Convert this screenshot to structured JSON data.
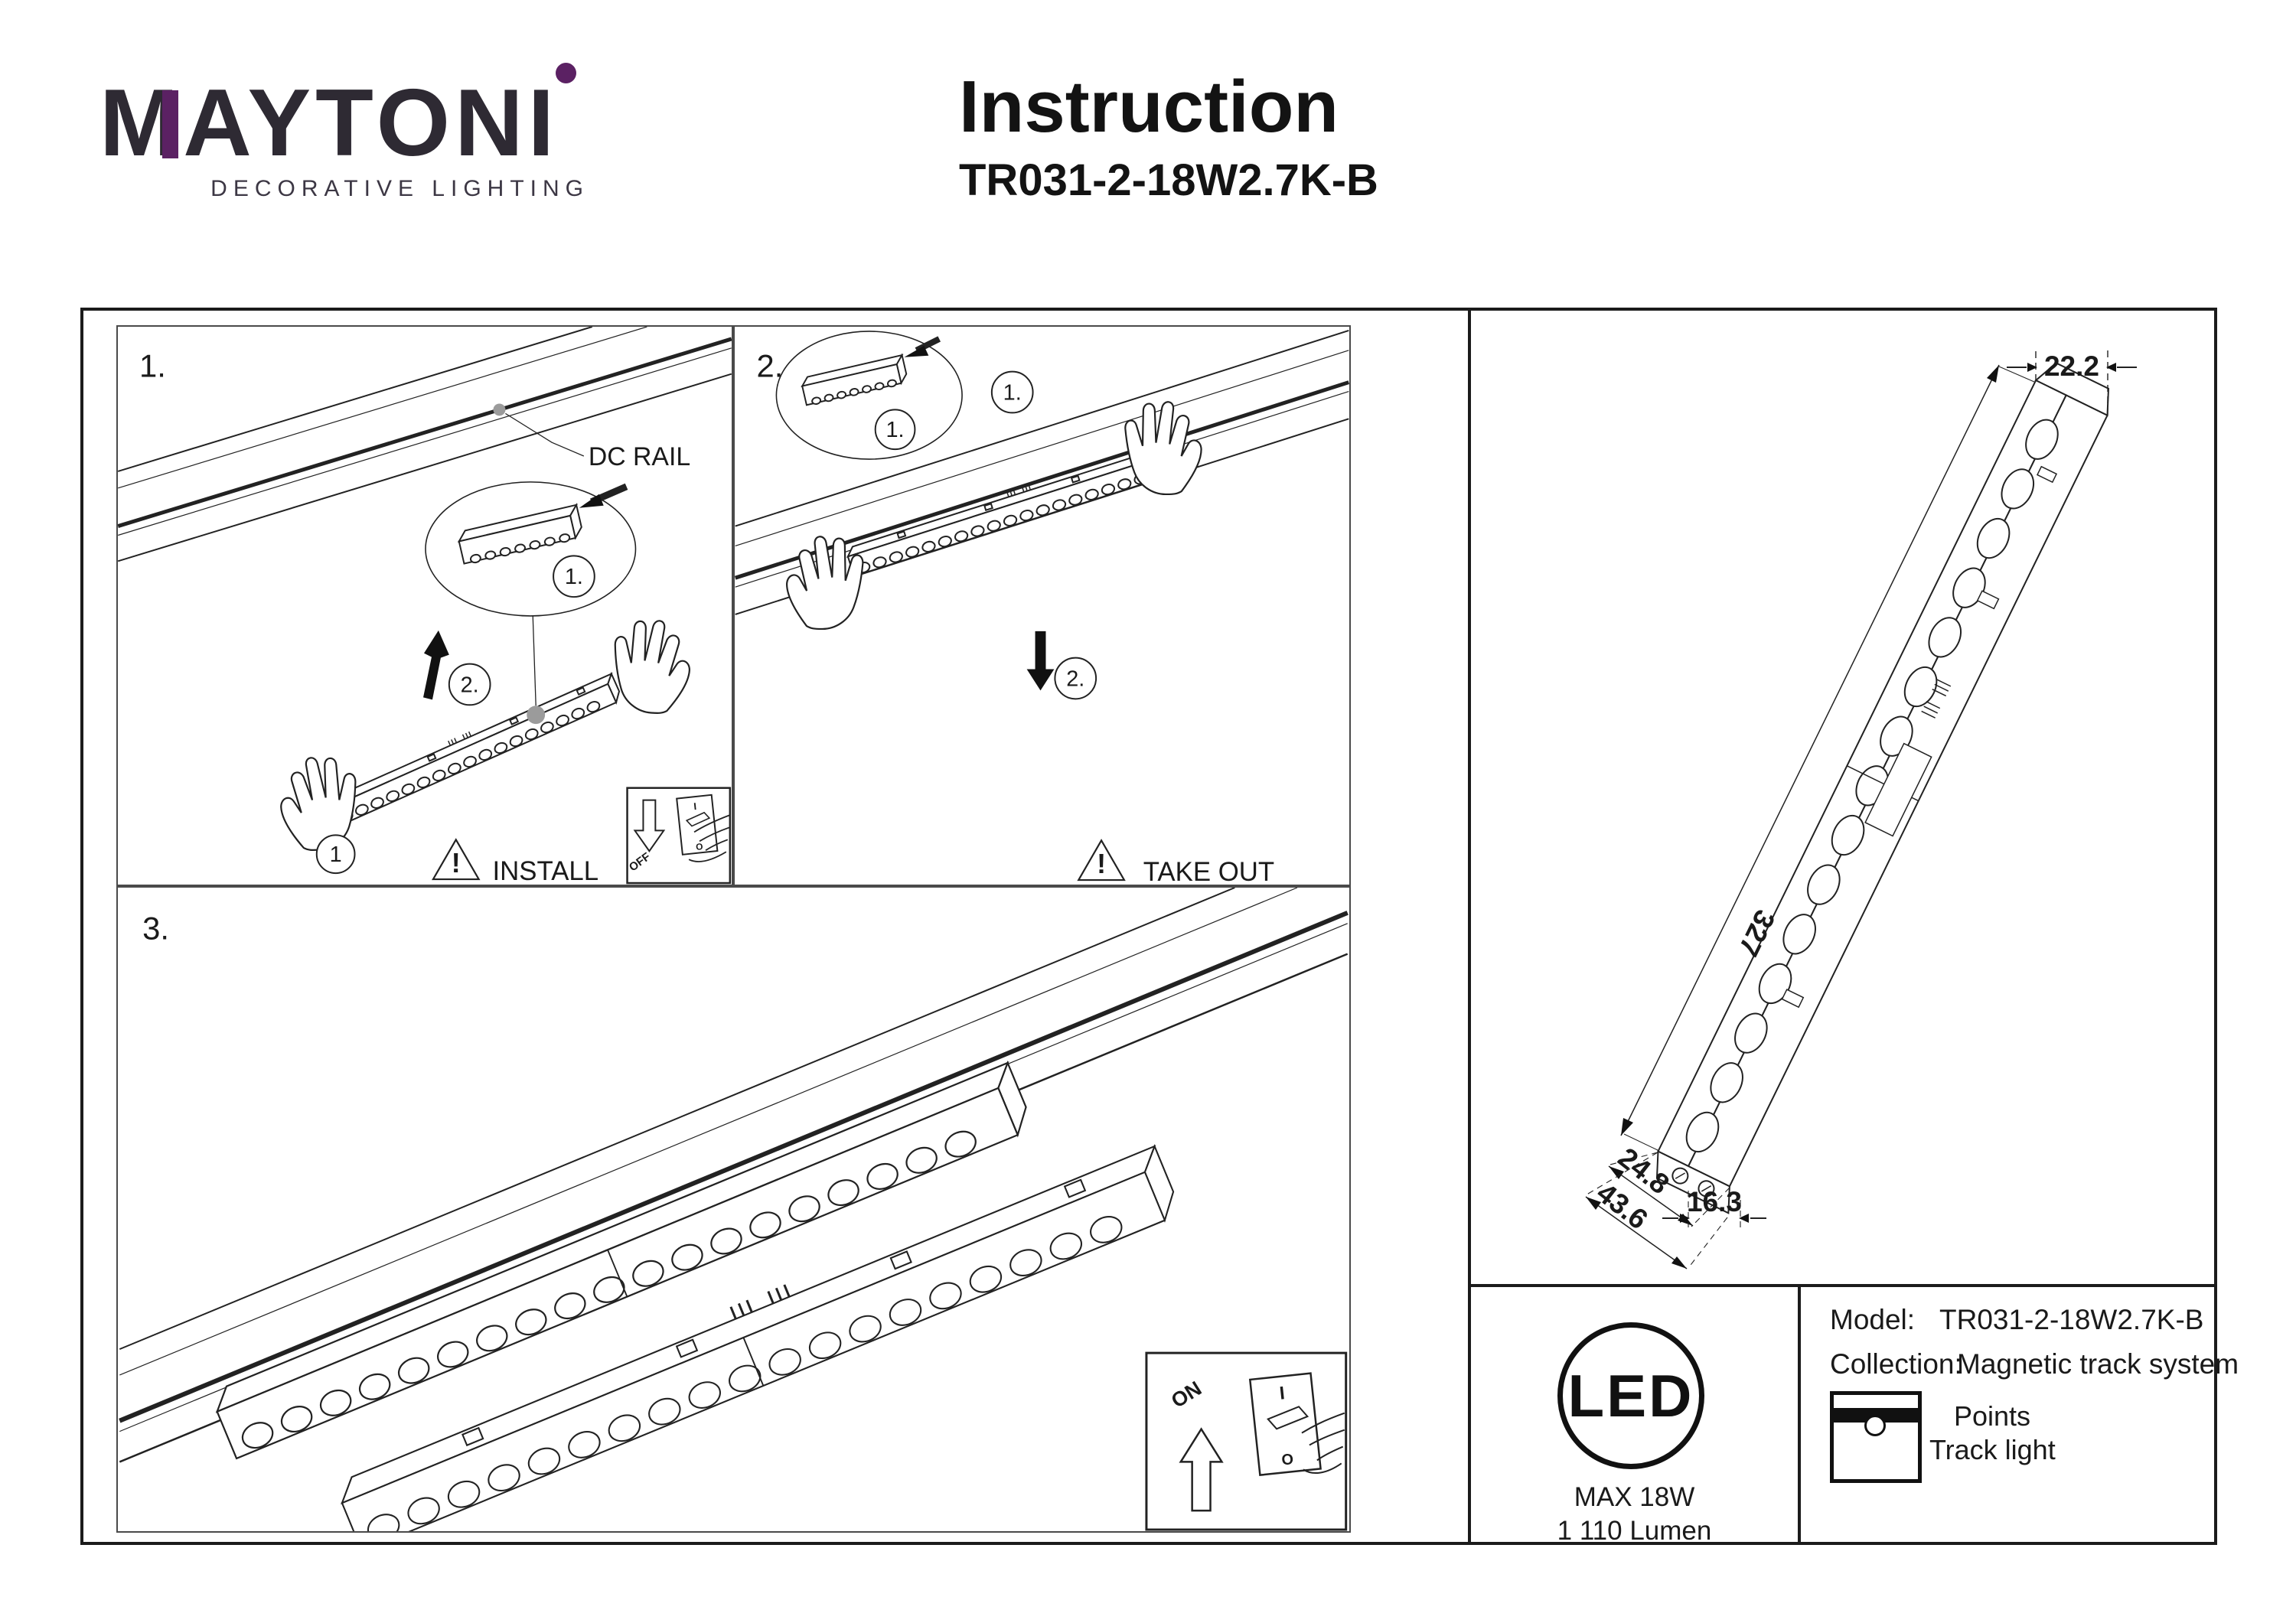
{
  "header": {
    "brand": "MAYTONI",
    "tagline": "DECORATIVE LIGHTING",
    "title": "Instruction",
    "model_code": "TR031-2-18W2.7K-B"
  },
  "colors": {
    "accent_purple": "#5b2163",
    "ink": "#1a1a1a"
  },
  "step1": {
    "number": "1.",
    "dc_rail": "DC RAIL",
    "inset_badge": "1.",
    "move_badge": "2.",
    "hold_badge": "1",
    "warning": "INSTALL",
    "switch_word": "OFF",
    "switch_on": "I",
    "switch_off": "O"
  },
  "step2": {
    "number": "2.",
    "inset_badge": "1.",
    "slide_badge": "1.",
    "move_badge": "2.",
    "warning": "TAKE OUT"
  },
  "step3": {
    "number": "3.",
    "switch_word": "ON",
    "switch_on": "I",
    "switch_off": "O"
  },
  "drawing": {
    "dim_top_width": "22.2",
    "dim_length": "327",
    "dim_depth": "24.8",
    "dim_total_height": "43.6",
    "dim_base_width": "16.3"
  },
  "specs": {
    "led_badge": "LED",
    "max_power": "MAX 18W",
    "luminous_flux": "1 110 Lumen",
    "model_label": "Model:",
    "model_value": "TR031-2-18W2.7K-B",
    "collection_label": "Collection:",
    "collection_value": "Magnetic track system",
    "product_type_line1": "Points",
    "product_type_line2": "Track light"
  }
}
